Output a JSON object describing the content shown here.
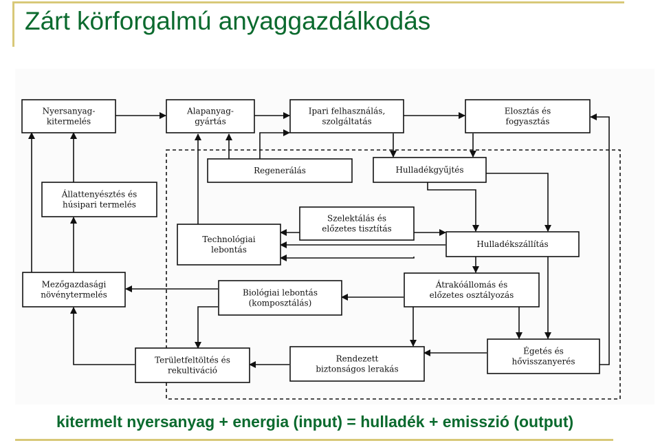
{
  "slide": {
    "title": "Zárt körforgalmú anyaggazdálkodás",
    "footer": "kitermelt nyersanyag + energia (input) = hulladék + emisszió (output)"
  },
  "diagram": {
    "nodes": {
      "nyersanyag": [
        "Nyersanyag-",
        "kitermelés"
      ],
      "alapanyag": [
        "Alapanyag-",
        "gyártás"
      ],
      "ipari": [
        "Ipari felhasználás,",
        "szolgáltatás"
      ],
      "elosztas": [
        "Elosztás és",
        "fogyasztás"
      ],
      "regeneralas": [
        "Regenerálás"
      ],
      "hulladekgyujtes": [
        "Hulladékgyűjtés"
      ],
      "allattenyesztes": [
        "Állattenyésztés és",
        "húsipari termelés"
      ],
      "szelektalas": [
        "Szelektálás és",
        "előzetes tisztítás"
      ],
      "technologiai": [
        "Technológiai",
        "lebontás"
      ],
      "hulladekszallitas": [
        "Hulladékszállítás"
      ],
      "mezogazdasagi": [
        "Mezőgazdasági",
        "növénytermelés"
      ],
      "biologiai": [
        "Biológiai lebontás",
        "(komposztálás)"
      ],
      "atrakoallomas": [
        "Átrakóállomás és",
        "előzetes osztályozás"
      ],
      "teruletfeltoltes": [
        "Területfeltöltés és",
        "rekultiváció"
      ],
      "rendezett": [
        "Rendezett",
        "biztonságos lerakás"
      ],
      "egetes": [
        "Égetés és",
        "hővisszanyerés"
      ]
    }
  }
}
